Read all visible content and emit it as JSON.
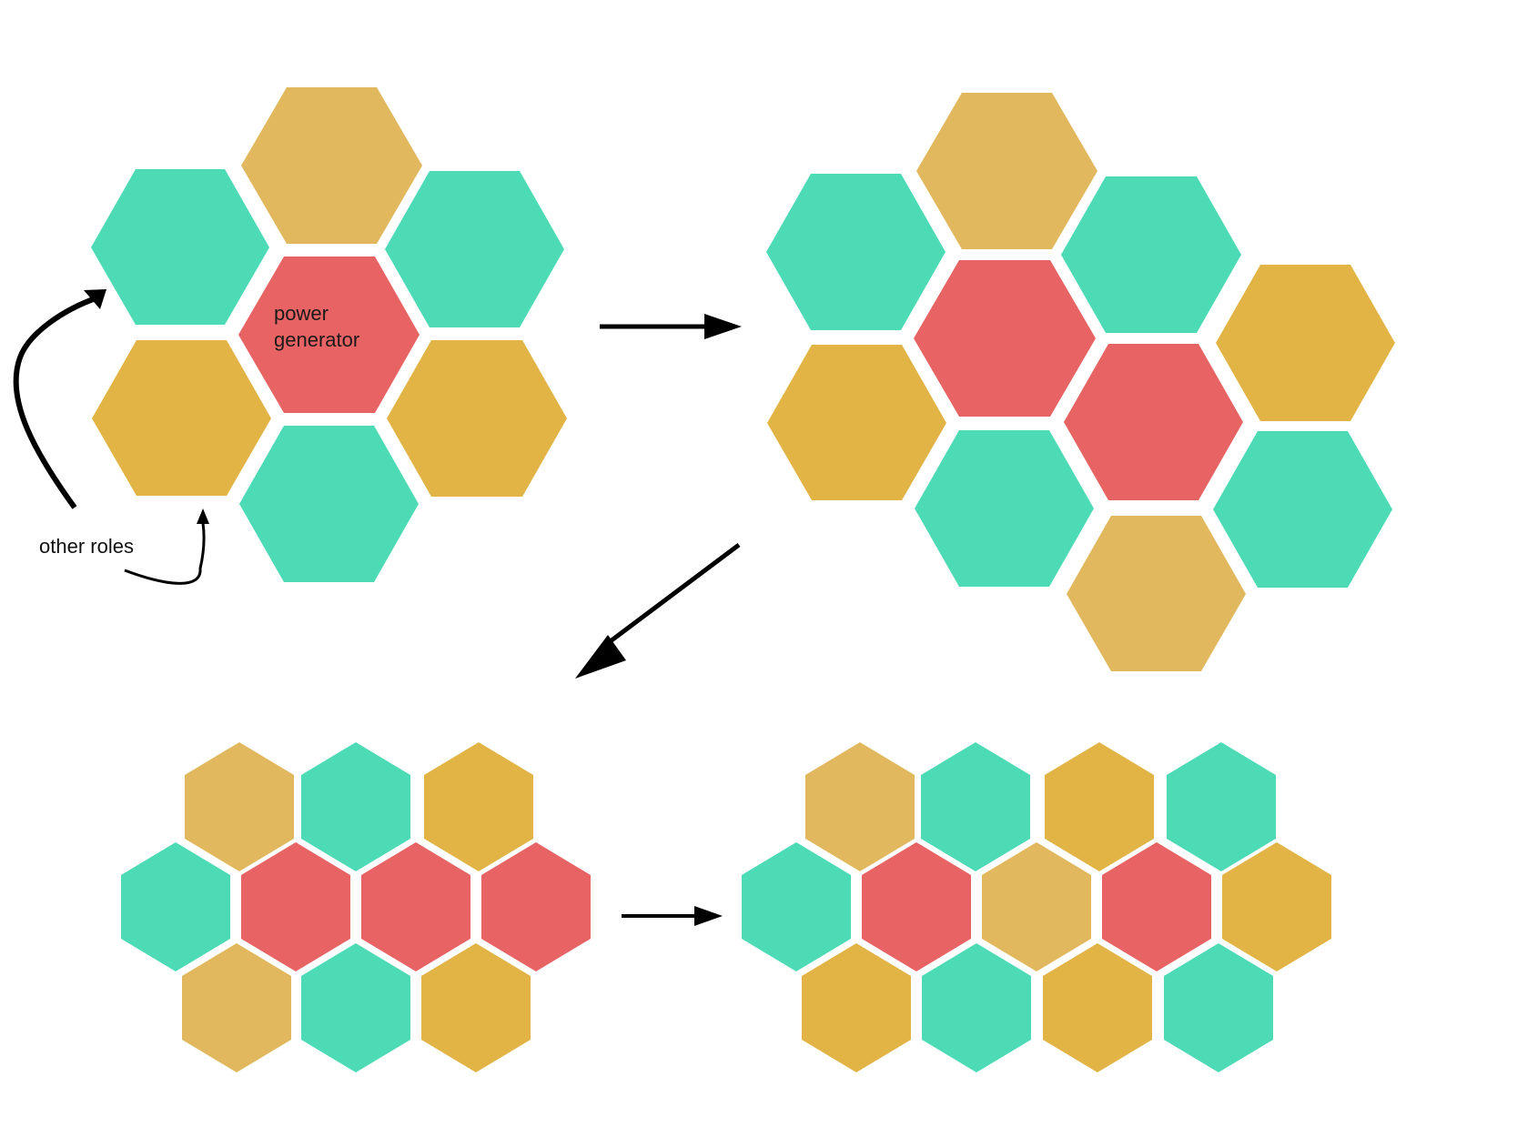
{
  "colors": {
    "teal": "#4cdbb5",
    "sand": "#e1b85e",
    "gold": "#e2b445",
    "red": "#e86364",
    "ink": "#000000"
  },
  "labels": {
    "center_line1": "power",
    "center_line2": "generator",
    "other_roles": "other roles"
  },
  "clusters": [
    {
      "name": "cluster-1-single-generator",
      "cells": [
        {
          "role": "other",
          "color": "sand"
        },
        {
          "role": "other",
          "color": "teal"
        },
        {
          "role": "other",
          "color": "teal"
        },
        {
          "role": "power generator",
          "color": "red"
        },
        {
          "role": "other",
          "color": "gold"
        },
        {
          "role": "other",
          "color": "gold"
        },
        {
          "role": "other",
          "color": "teal"
        }
      ]
    },
    {
      "name": "cluster-2-two-generators",
      "cells": [
        {
          "role": "other",
          "color": "sand"
        },
        {
          "role": "other",
          "color": "teal"
        },
        {
          "role": "other",
          "color": "teal"
        },
        {
          "role": "power generator",
          "color": "red"
        },
        {
          "role": "other",
          "color": "gold"
        },
        {
          "role": "other",
          "color": "gold"
        },
        {
          "role": "power generator",
          "color": "red"
        },
        {
          "role": "other",
          "color": "teal"
        },
        {
          "role": "other",
          "color": "teal"
        },
        {
          "role": "other",
          "color": "sand"
        }
      ]
    },
    {
      "name": "cluster-3-three-generators-row",
      "cells": [
        {
          "role": "other",
          "color": "sand"
        },
        {
          "role": "other",
          "color": "teal"
        },
        {
          "role": "other",
          "color": "gold"
        },
        {
          "role": "other",
          "color": "teal"
        },
        {
          "role": "power generator",
          "color": "red"
        },
        {
          "role": "power generator",
          "color": "red"
        },
        {
          "role": "power generator",
          "color": "red"
        },
        {
          "role": "other",
          "color": "sand"
        },
        {
          "role": "other",
          "color": "teal"
        },
        {
          "role": "other",
          "color": "gold"
        }
      ]
    },
    {
      "name": "cluster-4-spaced-generators",
      "cells": [
        {
          "role": "other",
          "color": "sand"
        },
        {
          "role": "other",
          "color": "teal"
        },
        {
          "role": "other",
          "color": "gold"
        },
        {
          "role": "other",
          "color": "teal"
        },
        {
          "role": "other",
          "color": "teal"
        },
        {
          "role": "power generator",
          "color": "red"
        },
        {
          "role": "other",
          "color": "sand"
        },
        {
          "role": "power generator",
          "color": "red"
        },
        {
          "role": "other",
          "color": "gold"
        },
        {
          "role": "other",
          "color": "gold"
        },
        {
          "role": "other",
          "color": "teal"
        },
        {
          "role": "other",
          "color": "gold"
        },
        {
          "role": "other",
          "color": "teal"
        }
      ]
    }
  ]
}
